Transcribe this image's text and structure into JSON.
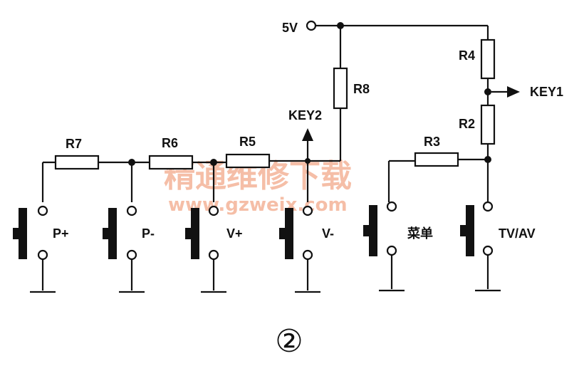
{
  "supply_label": "5V",
  "resistors": {
    "r7": "R7",
    "r6": "R6",
    "r5": "R5",
    "r8": "R8",
    "r3": "R3",
    "r4": "R4",
    "r2": "R2"
  },
  "outputs": {
    "key1": "KEY1",
    "key2": "KEY2"
  },
  "buttons": {
    "p_plus": "P+",
    "p_minus": "P-",
    "v_plus": "V+",
    "v_minus": "V-",
    "menu": "菜单",
    "tv_av": "TV/AV"
  },
  "figure_number": "②",
  "watermark": {
    "cn": "精通维修下载",
    "url": "www.gzweix.com"
  }
}
